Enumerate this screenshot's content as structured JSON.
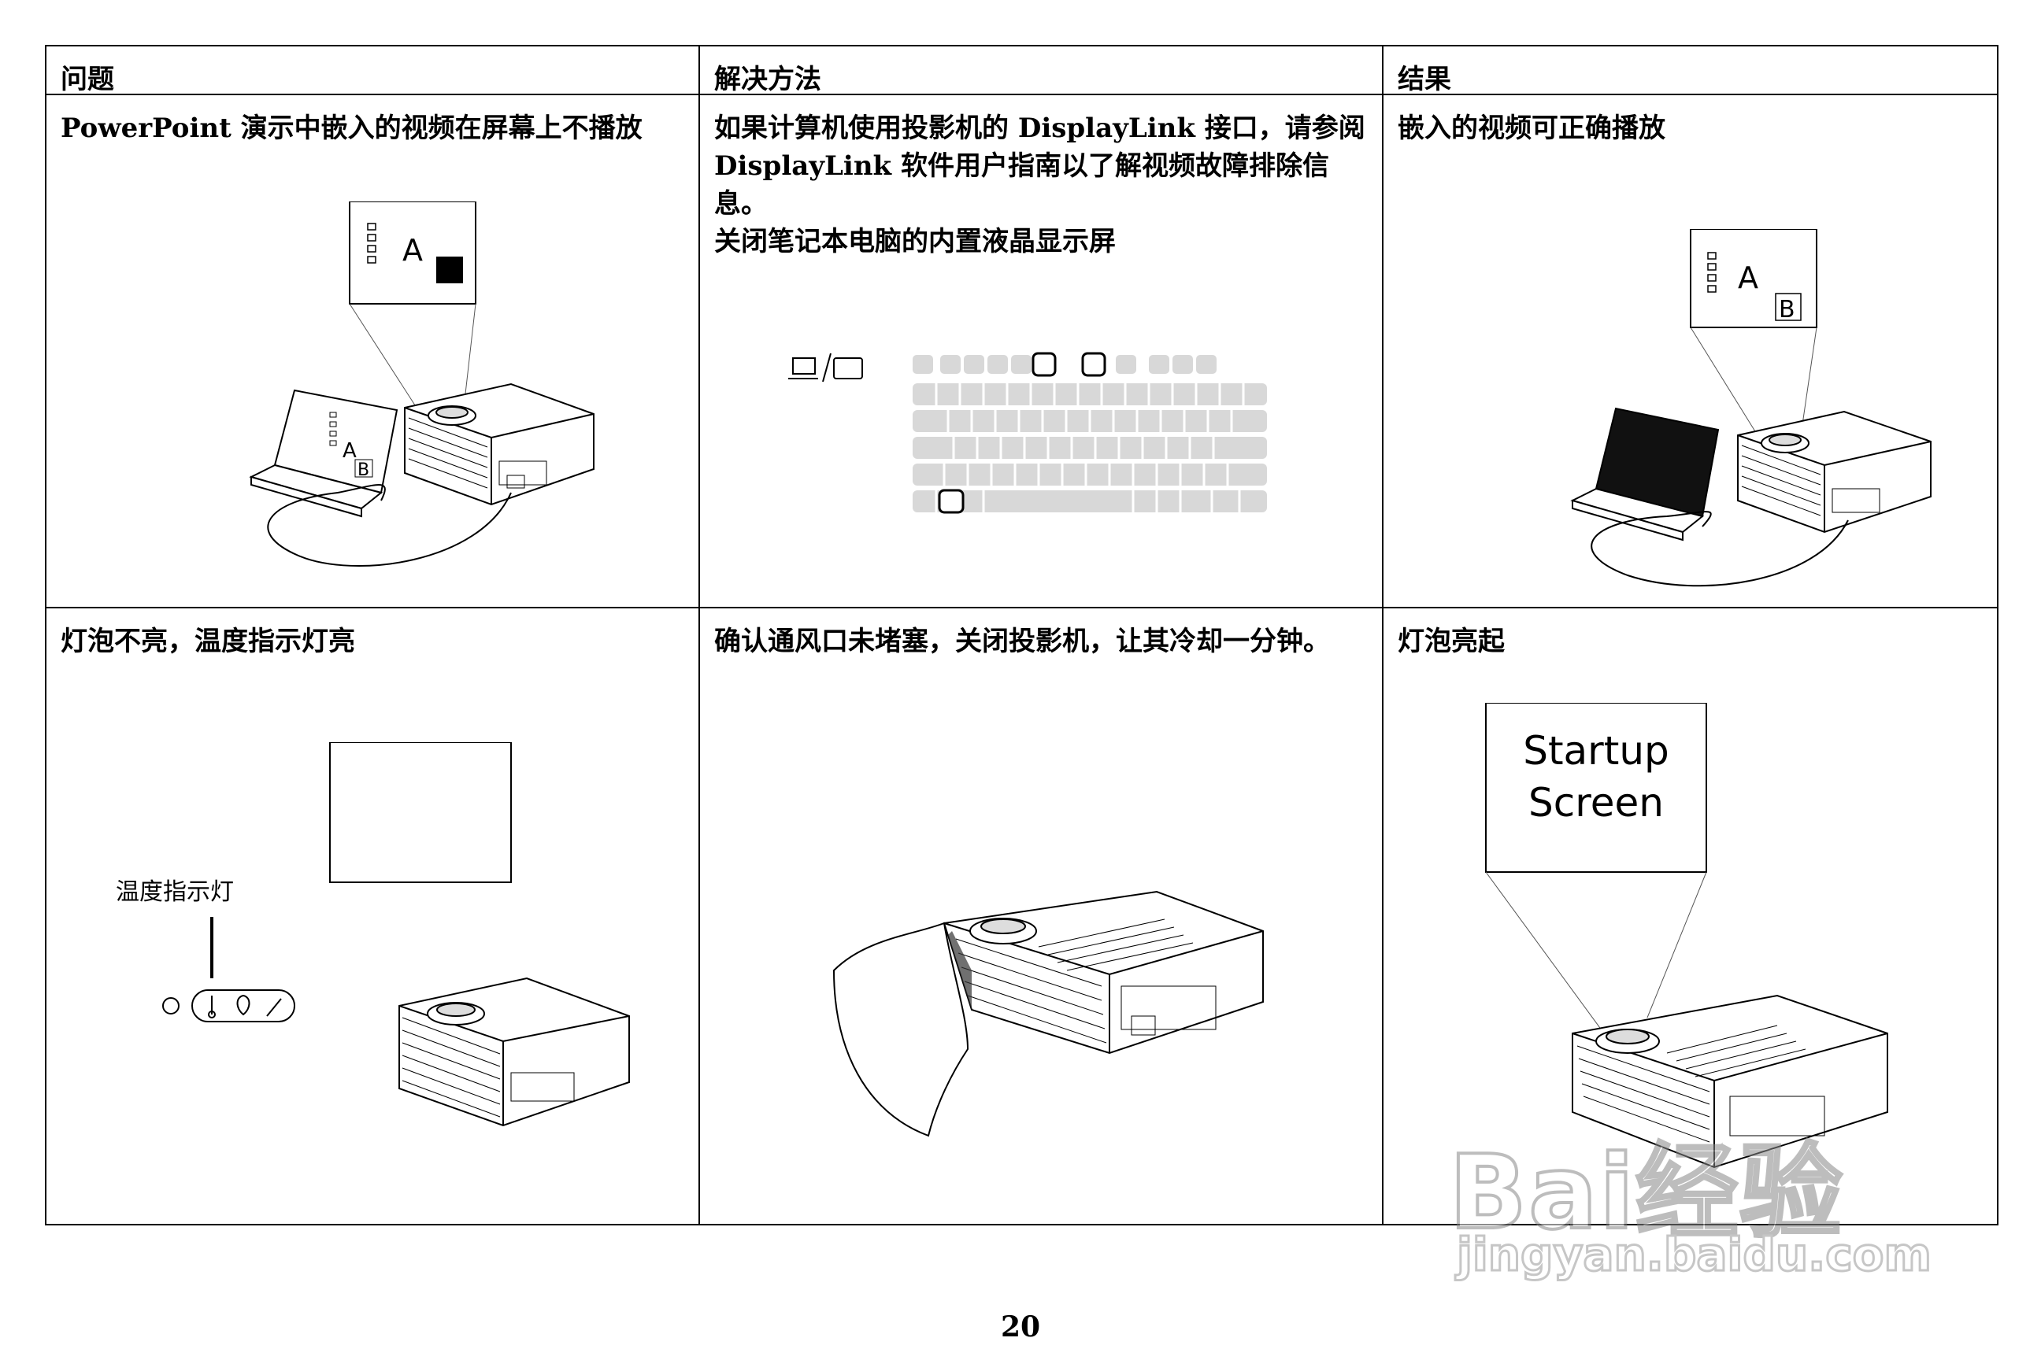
{
  "header": {
    "col1": "问题",
    "col2": "解决方法",
    "col3": "结果"
  },
  "rows": [
    {
      "problem": "PowerPoint 演示中嵌入的视频在屏幕上不播放",
      "solution": "如果计算机使用投影机的 DisplayLink 接口，请参阅\nDisplayLink 软件用户指南以了解视频故障排除信\n息。\n关闭笔记本电脑的内置液晶显示屏",
      "result": "嵌入的视频可正确播放"
    },
    {
      "problem": "灯泡不亮，温度指示灯亮",
      "solution": "确认通风口未堵塞，关闭投影机，让其冷却一分钟。",
      "result": "灯泡亮起"
    }
  ],
  "illustrations": {
    "screen_letter_a": "A",
    "screen_letter_b": "B",
    "temp_indicator_label": "温度指示灯",
    "startup_line1": "Startup",
    "startup_line2": "Screen"
  },
  "page_number": "20",
  "watermark": {
    "brand": "Bai经验",
    "url": "jingyan.baidu.com"
  }
}
